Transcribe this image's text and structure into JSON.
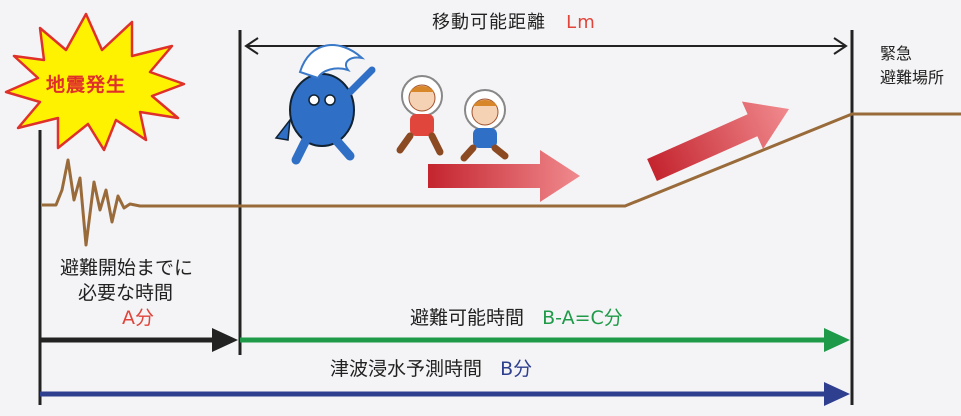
{
  "earthquake": {
    "label": "地震発生"
  },
  "distance": {
    "label": "移動可能距離",
    "unit": "Lm"
  },
  "shelter": {
    "line1": "緊急",
    "line2": "避難場所"
  },
  "prep_time": {
    "line1": "避難開始までに",
    "line2": "必要な時間",
    "value": "A分"
  },
  "evac_time": {
    "label": "避難可能時間",
    "formula": "B-A=C分"
  },
  "tsunami_time": {
    "label": "津波浸水予測時間",
    "value": "B分"
  },
  "colors": {
    "ground": "#9a6b3a",
    "prep_arrow": "#222222",
    "evac_arrow": "#1e9a48",
    "tsunami_arrow": "#2f3f8f",
    "burst_fill": "#fff200",
    "burst_stroke": "#e0302a",
    "move_arrow": "#d9363e"
  }
}
